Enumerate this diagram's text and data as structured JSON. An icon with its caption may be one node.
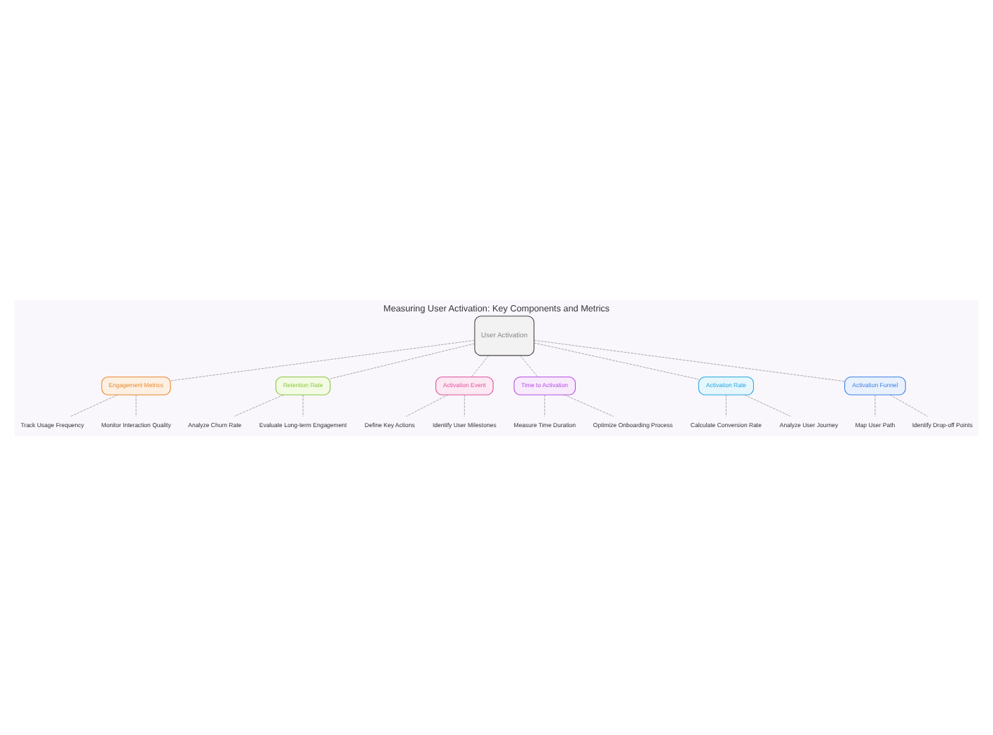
{
  "diagram": {
    "title": "Measuring User Activation: Key Components and Metrics",
    "nodes": [
      {
        "text": [
          "Engagement Metrics"
        ]
      },
      {
        "text": [
          "Track Usage Frequency"
        ]
      },
      {
        "text": [
          "Monitor Interaction Quality"
        ]
      },
      {
        "text": [
          "Retention Rate"
        ]
      },
      {
        "text": [
          "Analyze Churn Rate"
        ]
      },
      {
        "text": [
          "Evaluate Long-term Engagement"
        ]
      },
      {
        "text": [
          "Activation Event"
        ]
      },
      {
        "text": [
          "Define Key Actions"
        ]
      },
      {
        "text": [
          "Identify User Milestones"
        ]
      },
      {
        "text": [
          "User Activation"
        ]
      },
      {
        "text": [
          "Time to Activation"
        ]
      },
      {
        "text": [
          "Measure Time Duration"
        ]
      },
      {
        "text": [
          "Optimize Onboarding Process"
        ]
      },
      {
        "text": [
          "Activation Rate"
        ]
      },
      {
        "text": [
          "Calculate Conversion Rate"
        ]
      },
      {
        "text": [
          "Analyze User Journey"
        ]
      },
      {
        "text": [
          "Activation Funnel"
        ]
      },
      {
        "text": [
          "Map User Path"
        ]
      },
      {
        "text": [
          "Identify Drop-off Points"
        ]
      }
    ],
    "edges": [
      {
        "from": 9,
        "to": 0,
        "arrow": "none",
        "style": "dashed"
      },
      {
        "from": 9,
        "to": 3,
        "arrow": "none",
        "style": "dashed"
      },
      {
        "from": 9,
        "to": 6,
        "arrow": "none",
        "style": "dashed"
      },
      {
        "from": 9,
        "to": 10,
        "arrow": "none",
        "style": "dashed"
      },
      {
        "from": 9,
        "to": 13,
        "arrow": "none",
        "style": "dashed"
      },
      {
        "from": 9,
        "to": 16,
        "arrow": "none",
        "style": "dashed"
      },
      {
        "from": 0,
        "to": 1,
        "arrow": "none",
        "style": "dashed"
      },
      {
        "from": 0,
        "to": 2,
        "arrow": "none",
        "style": "dashed"
      },
      {
        "from": 3,
        "to": 4,
        "arrow": "none",
        "style": "dashed"
      },
      {
        "from": 3,
        "to": 5,
        "arrow": "none",
        "style": "dashed"
      },
      {
        "from": 6,
        "to": 7,
        "arrow": "none",
        "style": "dashed"
      },
      {
        "from": 6,
        "to": 8,
        "arrow": "none",
        "style": "dashed"
      },
      {
        "from": 10,
        "to": 11,
        "arrow": "none",
        "style": "dashed"
      },
      {
        "from": 10,
        "to": 12,
        "arrow": "none",
        "style": "dashed"
      },
      {
        "from": 13,
        "to": 14,
        "arrow": "none",
        "style": "dashed"
      },
      {
        "from": 13,
        "to": 15,
        "arrow": "none",
        "style": "dashed"
      },
      {
        "from": 16,
        "to": 17,
        "arrow": "none",
        "style": "dashed"
      },
      {
        "from": 16,
        "to": 18,
        "arrow": "none",
        "style": "dashed"
      }
    ]
  }
}
